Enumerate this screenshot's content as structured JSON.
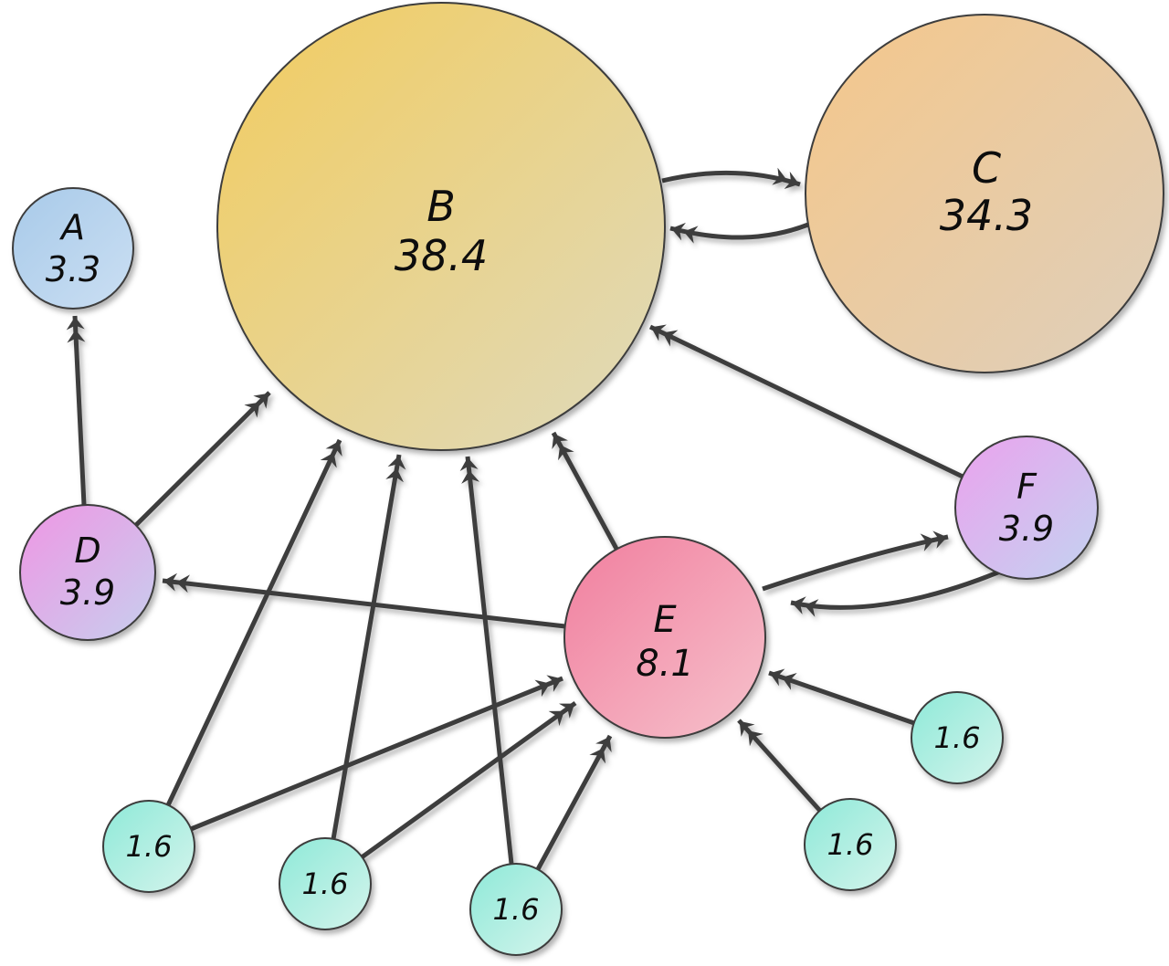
{
  "diagram": {
    "type": "directed-graph",
    "description": "PageRank example network with node percentages",
    "nodes": [
      {
        "id": "A",
        "label": "A",
        "value": "3.3",
        "color_start": "#a8cae9",
        "color_end": "#cbdff3"
      },
      {
        "id": "B",
        "label": "B",
        "value": "38.4",
        "color_start": "#f2cc5e",
        "color_end": "#dfdabd"
      },
      {
        "id": "C",
        "label": "C",
        "value": "34.3",
        "color_start": "#f5c78a",
        "color_end": "#decfbc"
      },
      {
        "id": "D",
        "label": "D",
        "value": "3.9",
        "color_start": "#ef96e4",
        "color_end": "#c7cfee"
      },
      {
        "id": "E",
        "label": "E",
        "value": "8.1",
        "color_start": "#f17e9e",
        "color_end": "#f6c2cc"
      },
      {
        "id": "F",
        "label": "F",
        "value": "3.9",
        "color_start": "#eba2ee",
        "color_end": "#c3d3f0"
      },
      {
        "id": "n1",
        "label": "",
        "value": "1.6",
        "color_start": "#8ee9d8",
        "color_end": "#d4f4ec"
      },
      {
        "id": "n2",
        "label": "",
        "value": "1.6",
        "color_start": "#8ee9d8",
        "color_end": "#d4f4ec"
      },
      {
        "id": "n3",
        "label": "",
        "value": "1.6",
        "color_start": "#8ee9d8",
        "color_end": "#d4f4ec"
      },
      {
        "id": "n4",
        "label": "",
        "value": "1.6",
        "color_start": "#8ee9d8",
        "color_end": "#d4f4ec"
      },
      {
        "id": "n5",
        "label": "",
        "value": "1.6",
        "color_start": "#8ee9d8",
        "color_end": "#d4f4ec"
      }
    ],
    "edges": [
      {
        "from": "B",
        "to": "C"
      },
      {
        "from": "C",
        "to": "B"
      },
      {
        "from": "D",
        "to": "A"
      },
      {
        "from": "D",
        "to": "B"
      },
      {
        "from": "E",
        "to": "B"
      },
      {
        "from": "E",
        "to": "D"
      },
      {
        "from": "E",
        "to": "F"
      },
      {
        "from": "F",
        "to": "B"
      },
      {
        "from": "F",
        "to": "E"
      },
      {
        "from": "n1",
        "to": "B"
      },
      {
        "from": "n1",
        "to": "E"
      },
      {
        "from": "n2",
        "to": "B"
      },
      {
        "from": "n2",
        "to": "E"
      },
      {
        "from": "n3",
        "to": "B"
      },
      {
        "from": "n3",
        "to": "E"
      },
      {
        "from": "n4",
        "to": "E"
      },
      {
        "from": "n5",
        "to": "E"
      }
    ],
    "edge_color": "#3e3e3e",
    "background": "#ffffff"
  }
}
